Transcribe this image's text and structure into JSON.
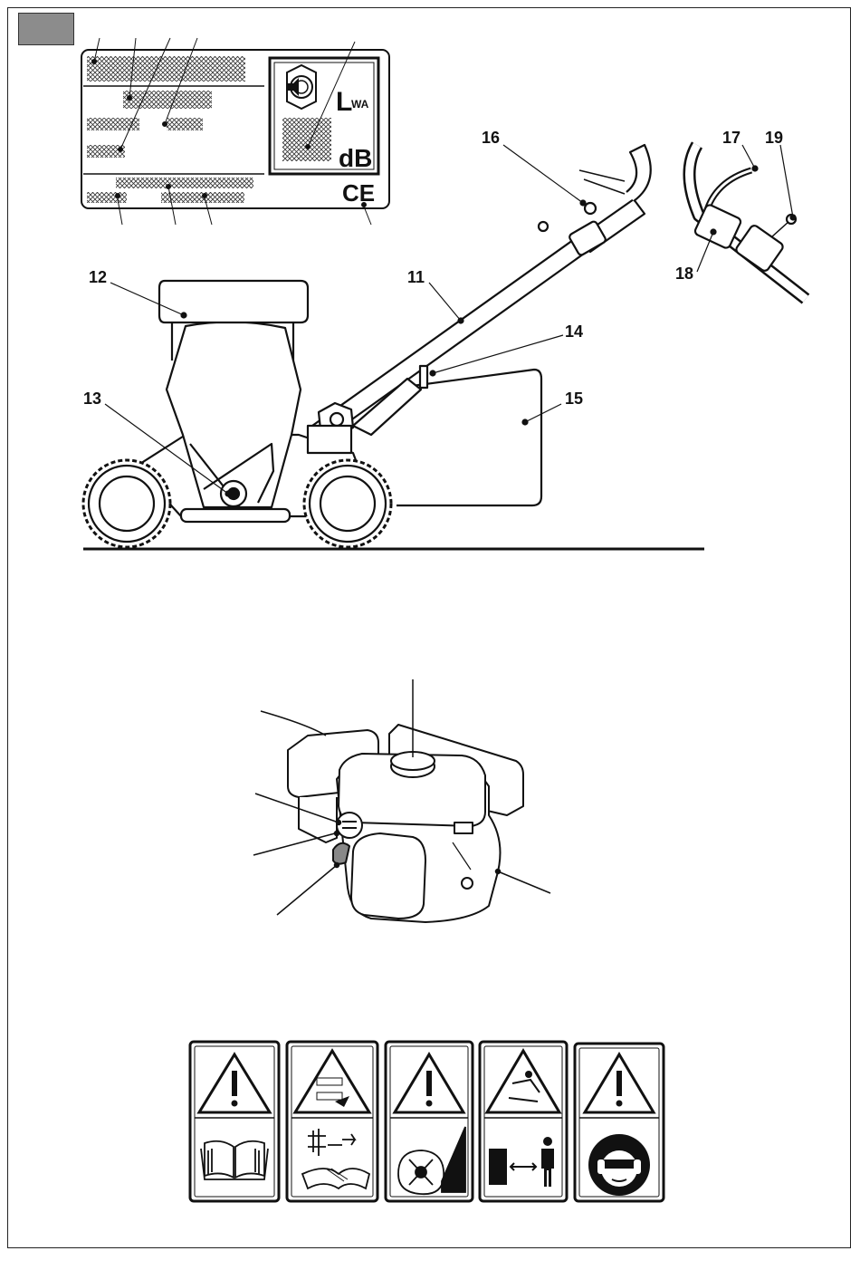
{
  "plate": {
    "unit_symbol": "L",
    "unit_subscript": "WA",
    "unit_db": "dB",
    "ce_mark": "CE"
  },
  "callouts": {
    "c11": "11",
    "c12": "12",
    "c13": "13",
    "c14": "14",
    "c15": "15",
    "c16": "16",
    "c17": "17",
    "c18": "18",
    "c19": "19"
  },
  "safety_labels": [
    {
      "name": "read-manual",
      "icons": [
        "warning-triangle-icon",
        "open-book-icon"
      ]
    },
    {
      "name": "maintenance-unplug",
      "icons": [
        "warning-triangle-icon",
        "spark-plug-manual-icon"
      ]
    },
    {
      "name": "blade-hazard",
      "icons": [
        "warning-triangle-icon",
        "blade-foot-icon"
      ]
    },
    {
      "name": "keep-distance",
      "icons": [
        "warning-triangle-icon",
        "bystander-distance-icon"
      ]
    },
    {
      "name": "hearing-eye-protection",
      "icons": [
        "warning-triangle-icon",
        "ear-eye-protection-icon"
      ]
    }
  ]
}
